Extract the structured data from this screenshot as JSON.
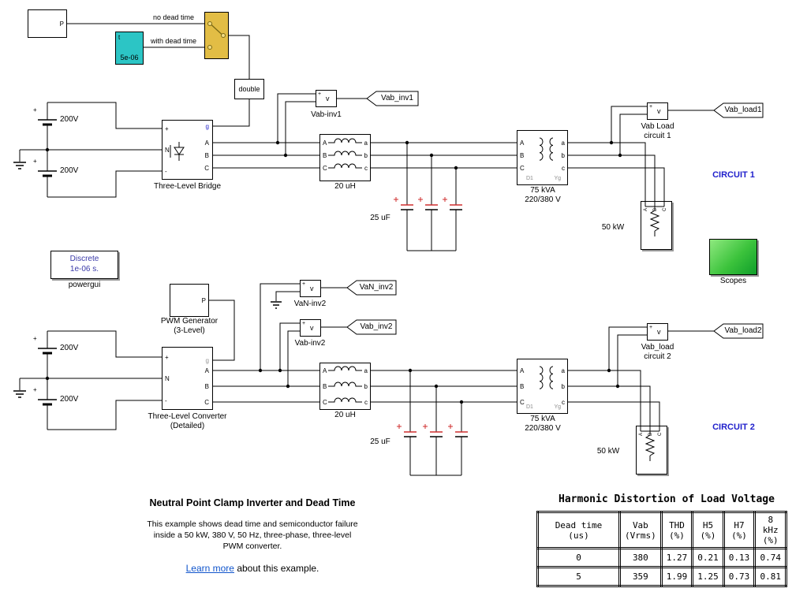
{
  "ports": {
    "plus": "+",
    "minus": "-",
    "N": "N",
    "g": "g",
    "A": "A",
    "B": "B",
    "C": "C",
    "a": "a",
    "b": "b",
    "c": "c",
    "v": "v",
    "P": "P",
    "t": "t",
    "D1": "D1",
    "Yg": "Yg"
  },
  "colors": {
    "circuit_label": "#2020cc",
    "scope_green": "#0f9e2a",
    "switch_yellow": "#e2bd45",
    "timer_teal": "#2cc5c5",
    "link_blue": "#1155cc",
    "cap_red": "#cf2d2d"
  },
  "control": {
    "timer_value": "5e-06",
    "no_dead_time": "no dead time",
    "with_dead_time": "with dead time",
    "double_label": "double"
  },
  "sources": {
    "v1": "200V",
    "v2": "200V",
    "v3": "200V",
    "v4": "200V"
  },
  "bridge": {
    "label": "Three-Level Bridge"
  },
  "converter": {
    "label1": "Three-Level Converter",
    "label2": "(Detailed)"
  },
  "pwm": {
    "label1": "PWM Generator",
    "label2": "(3-Level)"
  },
  "powergui": {
    "line1": "Discrete",
    "line2": "1e-06 s.",
    "label": "powergui"
  },
  "meters": {
    "vab_inv1": "Vab-inv1",
    "van_inv2": "VaN-inv2",
    "vab_inv2": "Vab-inv2",
    "vab_load1_line1": "Vab Load",
    "vab_load1_line2": "circuit 1",
    "vab_load2_line1": "Vab_load",
    "vab_load2_line2": "circuit 2"
  },
  "tags": {
    "vab_inv1": "Vab_inv1",
    "van_inv2": "VaN_inv2",
    "vab_inv2": "Vab_inv2",
    "vab_load1": "Vab_load1",
    "vab_load2": "Vab_load2"
  },
  "passives": {
    "inductor1": "20 uH",
    "inductor2": "20 uH",
    "cap1": "25 uF",
    "cap2": "25 uF"
  },
  "transformers": {
    "rating": "75 kVA",
    "voltage": "220/380 V"
  },
  "loads": {
    "load1": "50 kW",
    "load2": "50 kW"
  },
  "sections": {
    "circuit1": "CIRCUIT 1",
    "circuit2": "CIRCUIT 2",
    "scopes": "Scopes"
  },
  "annotation": {
    "title": "Neutral Point Clamp Inverter and Dead Time",
    "line1": "This example shows dead time and semiconductor failure",
    "line2": "inside a 50 kW, 380 V, 50 Hz, three-phase, three-level",
    "line3": "PWM converter.",
    "learn_more": "Learn more",
    "learn_more_rest": " about this example."
  },
  "table": {
    "title": "Harmonic Distortion of Load Voltage",
    "headers": [
      {
        "line1": "Dead time (us)",
        "line2": ""
      },
      {
        "line1": "Vab",
        "line2": "(Vrms)"
      },
      {
        "line1": "THD",
        "line2": "(%)"
      },
      {
        "line1": "H5",
        "line2": "(%)"
      },
      {
        "line1": "H7",
        "line2": "(%)"
      },
      {
        "line1": "8 kHz",
        "line2": "(%)"
      }
    ],
    "rows": [
      [
        "0",
        "380",
        "1.27",
        "0.21",
        "0.13",
        "0.74"
      ],
      [
        "5",
        "359",
        "1.99",
        "1.25",
        "0.73",
        "0.81"
      ]
    ]
  }
}
